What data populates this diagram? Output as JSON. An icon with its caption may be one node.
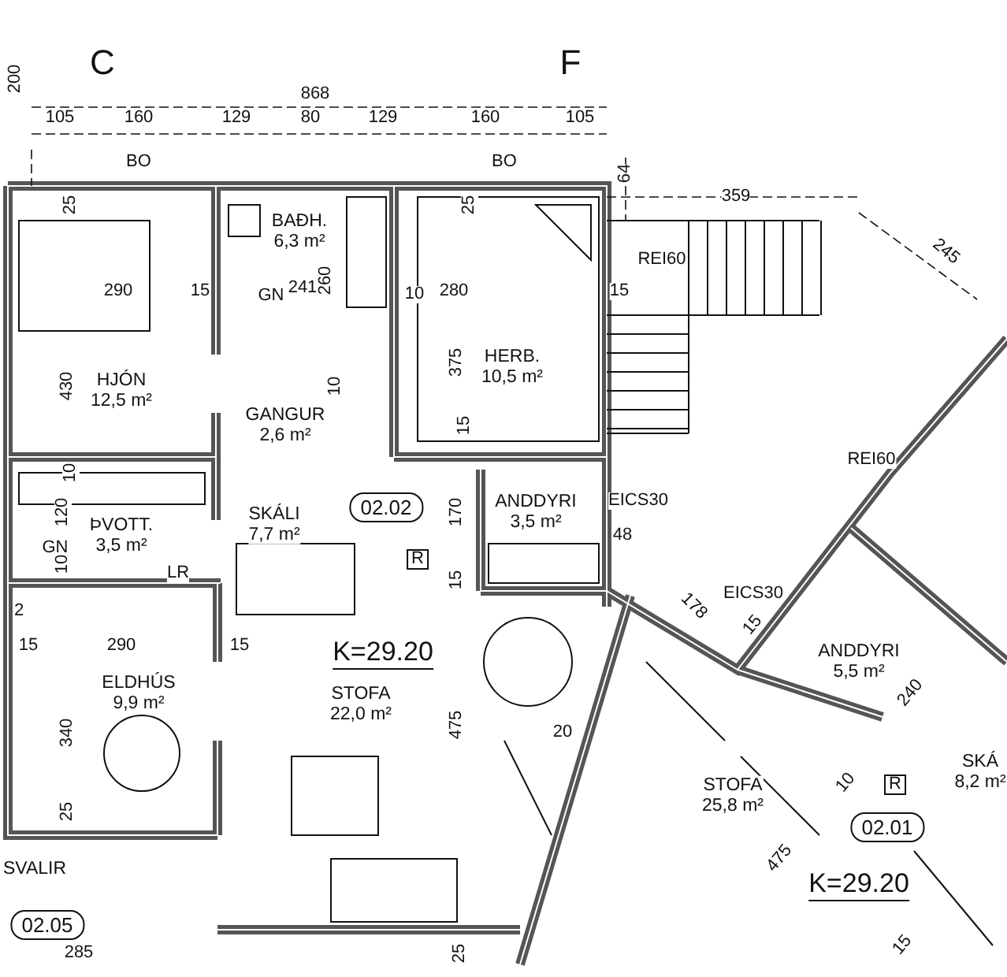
{
  "diagram": {
    "nodes": [
      {
        "text": [
          "HJÓN",
          "12,5 m²"
        ]
      },
      {
        "text": [
          "BAÐH.",
          "6,3 m²"
        ]
      },
      {
        "text": [
          "GANGUR",
          "2,6 m²"
        ]
      },
      {
        "text": [
          "HERB.",
          "10,5 m²"
        ]
      },
      {
        "text": [
          "ÞVOTT.",
          "3,5 m²"
        ]
      },
      {
        "text": [
          "SKÁLI",
          "7,7 m²"
        ]
      },
      {
        "text": [
          "ANDDYRI",
          "3,5 m²"
        ]
      },
      {
        "text": [
          "ELDHÚS",
          "9,9 m²"
        ]
      },
      {
        "text": [
          "STOFA",
          "22,0 m²"
        ]
      },
      {
        "text": [
          "ANDDYRI",
          "5,5 m²"
        ]
      },
      {
        "text": [
          "STOFA",
          "25,8 m²"
        ]
      },
      {
        "text": [
          "SKÁ",
          "8,2 m²"
        ]
      },
      {
        "text": [
          "SVALIR"
        ]
      }
    ],
    "edges": [],
    "labels": [
      "C",
      "F",
      "200",
      "868",
      "105",
      "160",
      "129",
      "80",
      "129",
      "160",
      "105",
      "BO",
      "BO",
      "64",
      "359",
      "245",
      "25",
      "25",
      "REI60",
      "290",
      "15",
      "GN",
      "241",
      "260",
      "10",
      "280",
      "15",
      "375",
      "430",
      "10",
      "15",
      "REI60",
      "10",
      "02.02",
      "170",
      "EICS30",
      "120",
      "GN",
      "R",
      "10",
      "LR",
      "48",
      "15",
      "2",
      "EICS30",
      "178",
      "15",
      "15",
      "290",
      "15",
      "K=29.20",
      "240",
      "340",
      "475",
      "20",
      "10",
      "R",
      "25",
      "02.01",
      "475",
      "K=29.20",
      "02.05",
      "15",
      "285",
      "25"
    ]
  }
}
